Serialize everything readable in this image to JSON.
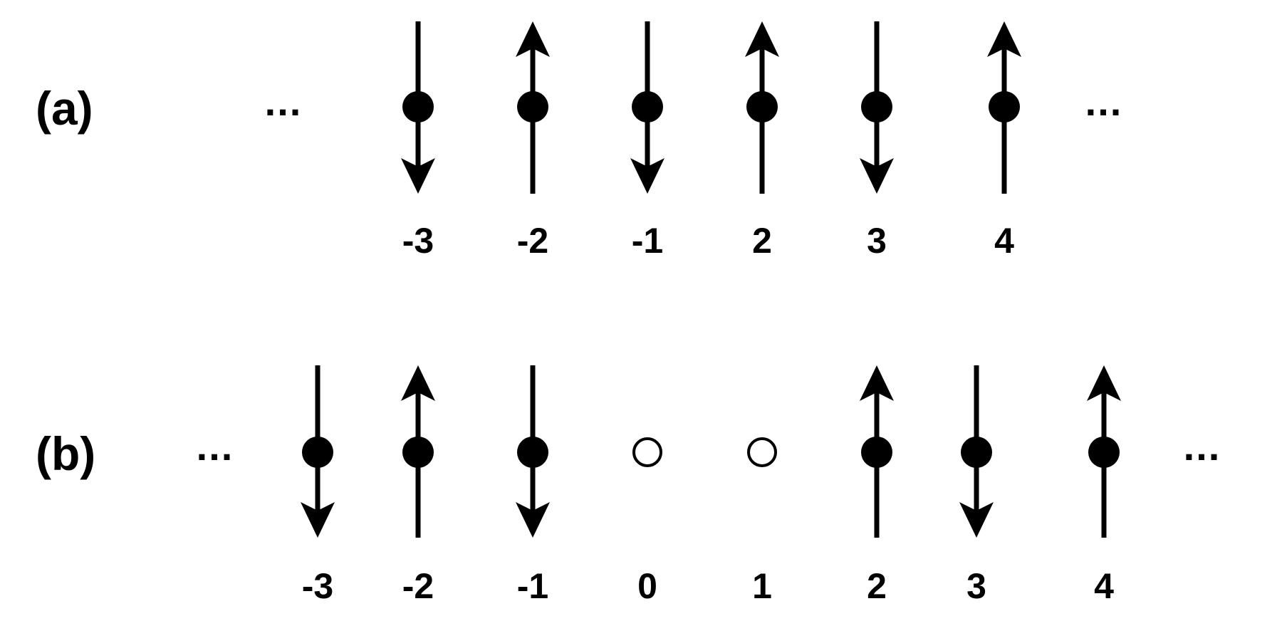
{
  "panels": [
    {
      "id": "a",
      "label": "(a)",
      "left_ellipsis": "...",
      "right_ellipsis": "...",
      "sites": [
        {
          "index": "-3",
          "occupied": true,
          "spin": "down"
        },
        {
          "index": "-2",
          "occupied": true,
          "spin": "up"
        },
        {
          "index": "-1",
          "occupied": true,
          "spin": "down"
        },
        {
          "index": "2",
          "occupied": true,
          "spin": "up"
        },
        {
          "index": "3",
          "occupied": true,
          "spin": "down"
        },
        {
          "index": "4",
          "occupied": true,
          "spin": "up"
        }
      ]
    },
    {
      "id": "b",
      "label": "(b)",
      "left_ellipsis": "...",
      "right_ellipsis": "...",
      "sites": [
        {
          "index": "-3",
          "occupied": true,
          "spin": "down"
        },
        {
          "index": "-2",
          "occupied": true,
          "spin": "up"
        },
        {
          "index": "-1",
          "occupied": true,
          "spin": "down"
        },
        {
          "index": "0",
          "occupied": false,
          "spin": "none"
        },
        {
          "index": "1",
          "occupied": false,
          "spin": "none"
        },
        {
          "index": "2",
          "occupied": true,
          "spin": "up"
        },
        {
          "index": "3",
          "occupied": true,
          "spin": "down"
        },
        {
          "index": "4",
          "occupied": true,
          "spin": "up"
        }
      ]
    }
  ]
}
